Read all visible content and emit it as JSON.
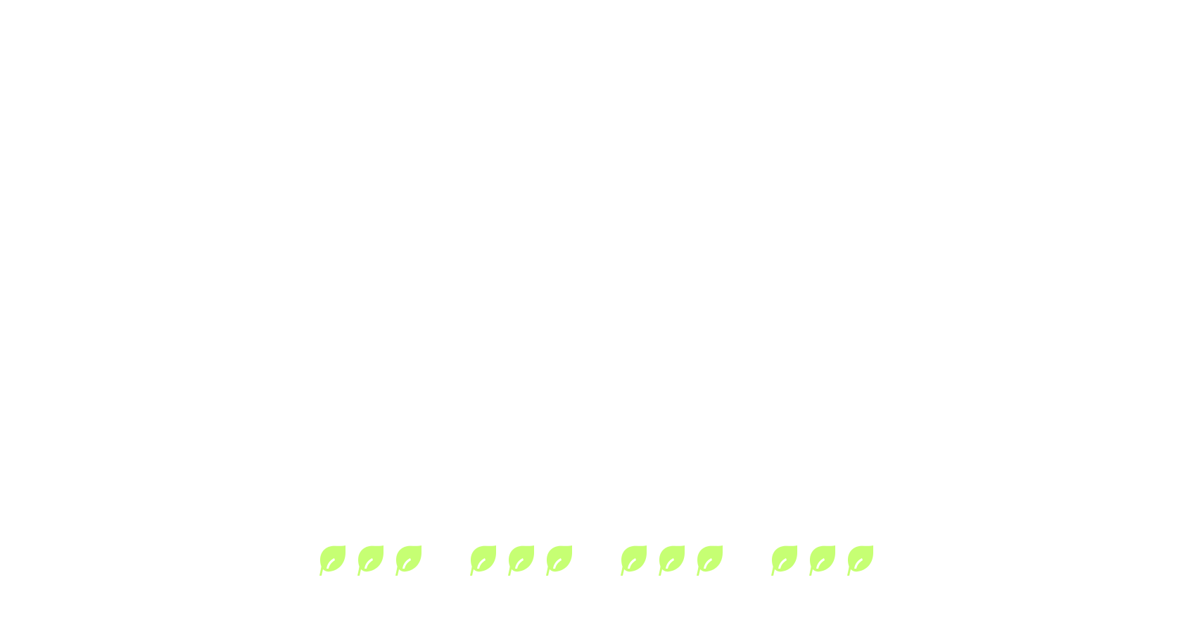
{
  "icons": {
    "leaf": "leaf-icon"
  },
  "colors": {
    "background": "#ffffff",
    "leaf_fill": "#c6ff73",
    "leaf_vein": "#ffffff"
  },
  "leaf_groups": [
    {
      "count": 3
    },
    {
      "count": 3
    },
    {
      "count": 3
    },
    {
      "count": 3
    }
  ]
}
